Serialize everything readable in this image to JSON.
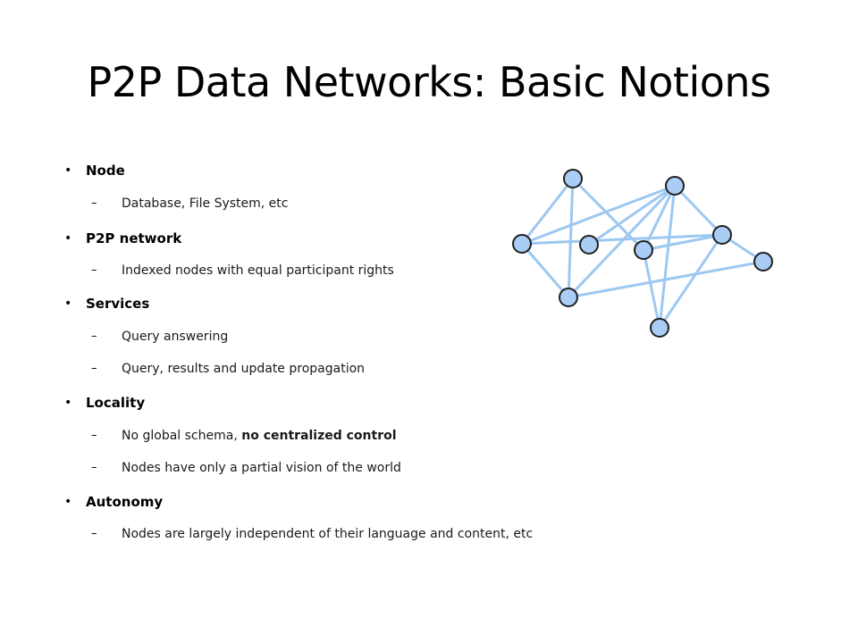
{
  "slide": {
    "title": "P2P Data Networks: Basic Notions",
    "bullet_marker": "•",
    "dash_marker": "–",
    "items": [
      {
        "label": "Node",
        "subs": [
          {
            "text": "Database, File System, etc"
          }
        ]
      },
      {
        "label": "P2P network",
        "subs": [
          {
            "text": "Indexed nodes with equal participant rights"
          }
        ]
      },
      {
        "label": "Services",
        "subs": [
          {
            "text": "Query answering"
          },
          {
            "text": "Query, results and update propagation"
          }
        ]
      },
      {
        "label": "Locality",
        "subs": [
          {
            "text": "No global schema, ",
            "strong": "no centralized control"
          },
          {
            "text": "Nodes have only a partial vision of the world"
          }
        ]
      },
      {
        "label": "Autonomy",
        "subs": [
          {
            "text": "Nodes are largely independent of their language and content, etc"
          }
        ]
      }
    ]
  },
  "network": {
    "node_fill": "#a9cdf5",
    "node_stroke": "#1f1f1f",
    "edge_color": "#9cc8f2"
  }
}
